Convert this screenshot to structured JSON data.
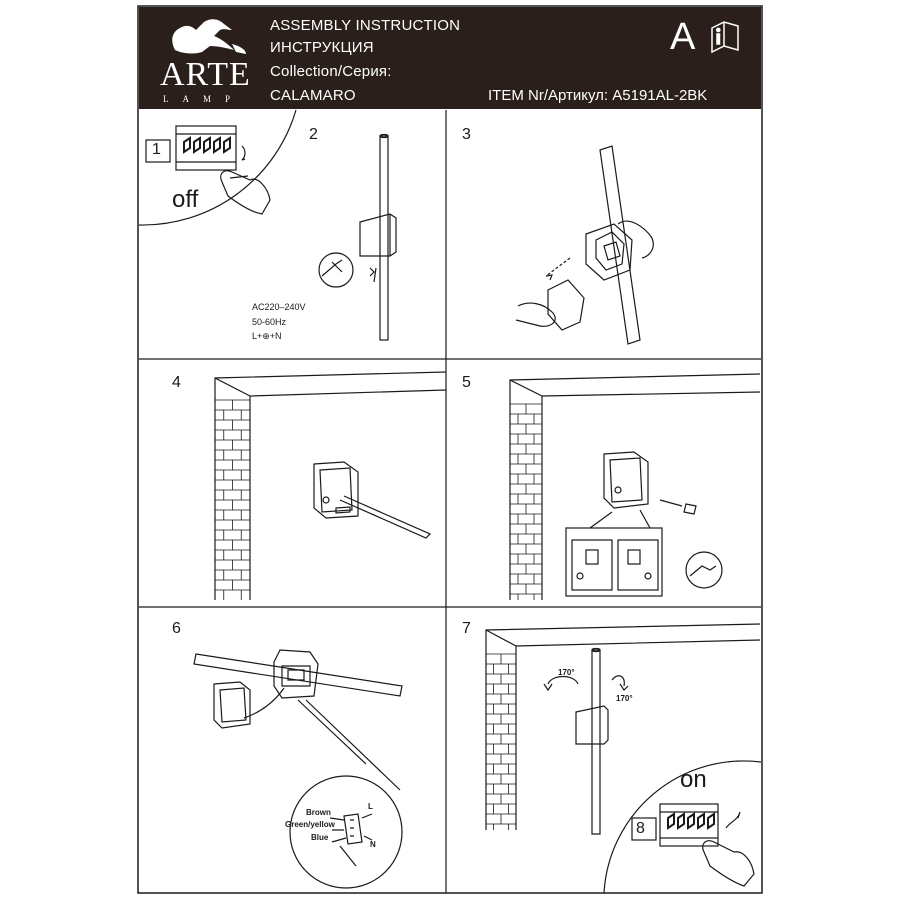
{
  "header": {
    "logo_word": "ARTE",
    "logo_sub": "LAMP",
    "title_en": "ASSEMBLY INSTRUCTION",
    "title_ru": "ИНСТРУКЦИЯ",
    "collection_label": "Collection/Серия:",
    "collection_name": "CALAMARO",
    "item": "ITEM Nr/Артикул: A5191AL-2BK",
    "format_letter": "A",
    "info_icon": "book-info-icon"
  },
  "steps": [
    {
      "number": "1",
      "caption": "off"
    },
    {
      "number": "2",
      "spec": [
        "AC220–240V",
        "50-60Hz",
        "L+⊕+N"
      ]
    },
    {
      "number": "3"
    },
    {
      "number": "4"
    },
    {
      "number": "5"
    },
    {
      "number": "6",
      "wires": [
        "Brown",
        "Green/yellow",
        "Blue"
      ],
      "terminals": [
        "L",
        "N"
      ]
    },
    {
      "number": "7",
      "rotation": [
        "170°",
        "170°"
      ]
    },
    {
      "number": "8",
      "caption": "on"
    }
  ],
  "colors": {
    "header_bg": "#2a1f1b",
    "line": "#1a1a1a",
    "paper": "#ffffff"
  }
}
